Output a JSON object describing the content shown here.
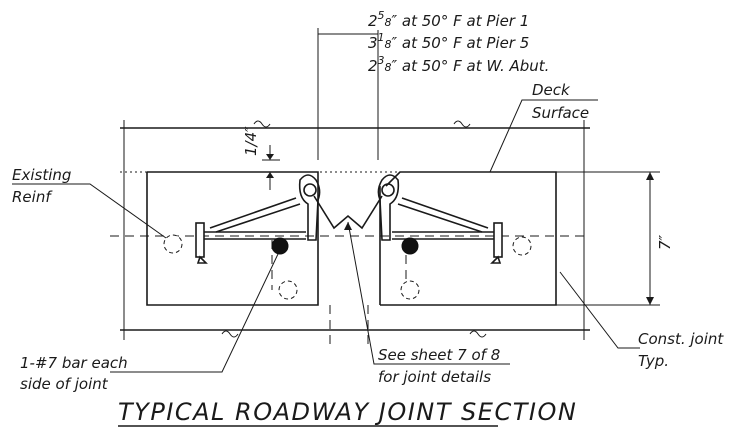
{
  "gap_notes": {
    "pier1": {
      "whole": "2",
      "num": "5",
      "den": "8",
      "rest": "″ at 50° F at Pier 1"
    },
    "pier5": {
      "whole": "3",
      "num": "1",
      "den": "8",
      "rest": "″ at 50° F at Pier 5"
    },
    "wabut": {
      "whole": "2",
      "num": "3",
      "den": "8",
      "rest": "″ at 50° F at W. Abut."
    }
  },
  "labels": {
    "deck_line1": "Deck",
    "deck_line2": "Surface",
    "existing_line1": "Existing",
    "existing_line2": "Reinf",
    "quarter_inch": "1/4″",
    "seven_inch": "7″",
    "bar_line1": "1-#7 bar each",
    "bar_line2": "side of joint",
    "sheet_line1": "See sheet 7 of 8",
    "sheet_line2": "for joint details",
    "const_line1": "Const. joint",
    "const_line2": "Typ."
  },
  "title": "TYPICAL ROADWAY JOINT SECTION"
}
